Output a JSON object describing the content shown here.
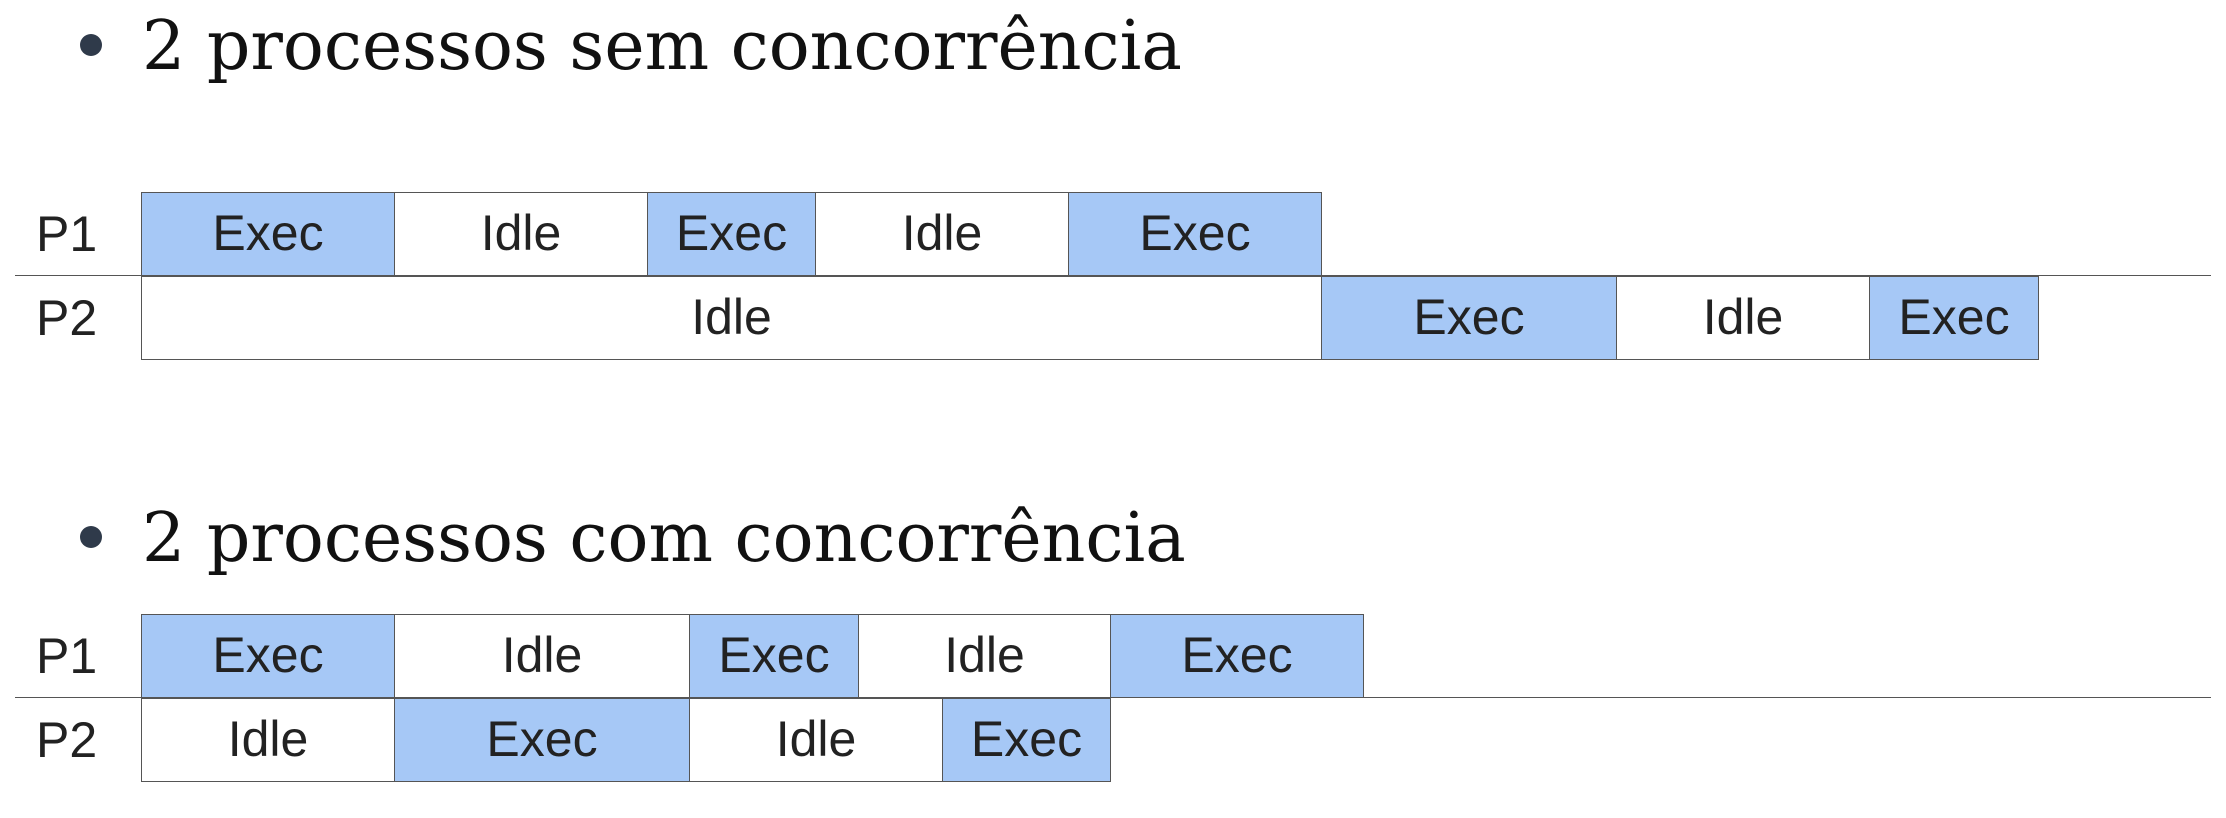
{
  "diagrams": [
    {
      "heading": "2 processos sem concorrência",
      "rows": [
        {
          "label": "P1",
          "segments": [
            {
              "state": "exec",
              "text": "Exec",
              "start": 0,
              "end": 3
            },
            {
              "state": "idle",
              "text": "Idle",
              "start": 3,
              "end": 6
            },
            {
              "state": "exec",
              "text": "Exec",
              "start": 6,
              "end": 8
            },
            {
              "state": "idle",
              "text": "Idle",
              "start": 8,
              "end": 11
            },
            {
              "state": "exec",
              "text": "Exec",
              "start": 11,
              "end": 14
            }
          ]
        },
        {
          "label": "P2",
          "segments": [
            {
              "state": "idle",
              "text": "Idle",
              "start": 0,
              "end": 14
            },
            {
              "state": "exec",
              "text": "Exec",
              "start": 14,
              "end": 17.5
            },
            {
              "state": "idle",
              "text": "Idle",
              "start": 17.5,
              "end": 20.5
            },
            {
              "state": "exec",
              "text": "Exec",
              "start": 20.5,
              "end": 22.5
            }
          ]
        }
      ]
    },
    {
      "heading": "2 processos com concorrência",
      "rows": [
        {
          "label": "P1",
          "segments": [
            {
              "state": "exec",
              "text": "Exec",
              "start": 0,
              "end": 3
            },
            {
              "state": "idle",
              "text": "Idle",
              "start": 3,
              "end": 6.5
            },
            {
              "state": "exec",
              "text": "Exec",
              "start": 6.5,
              "end": 8.5
            },
            {
              "state": "idle",
              "text": "Idle",
              "start": 8.5,
              "end": 11.5
            },
            {
              "state": "exec",
              "text": "Exec",
              "start": 11.5,
              "end": 14.5
            }
          ]
        },
        {
          "label": "P2",
          "segments": [
            {
              "state": "idle",
              "text": "Idle",
              "start": 0,
              "end": 3
            },
            {
              "state": "exec",
              "text": "Exec",
              "start": 3,
              "end": 6.5
            },
            {
              "state": "idle",
              "text": "Idle",
              "start": 6.5,
              "end": 9.5
            },
            {
              "state": "exec",
              "text": "Exec",
              "start": 9.5,
              "end": 11.5
            }
          ]
        }
      ]
    }
  ],
  "colors": {
    "exec": "#a6c8f6",
    "idle": "#ffffff",
    "border": "#555555"
  }
}
